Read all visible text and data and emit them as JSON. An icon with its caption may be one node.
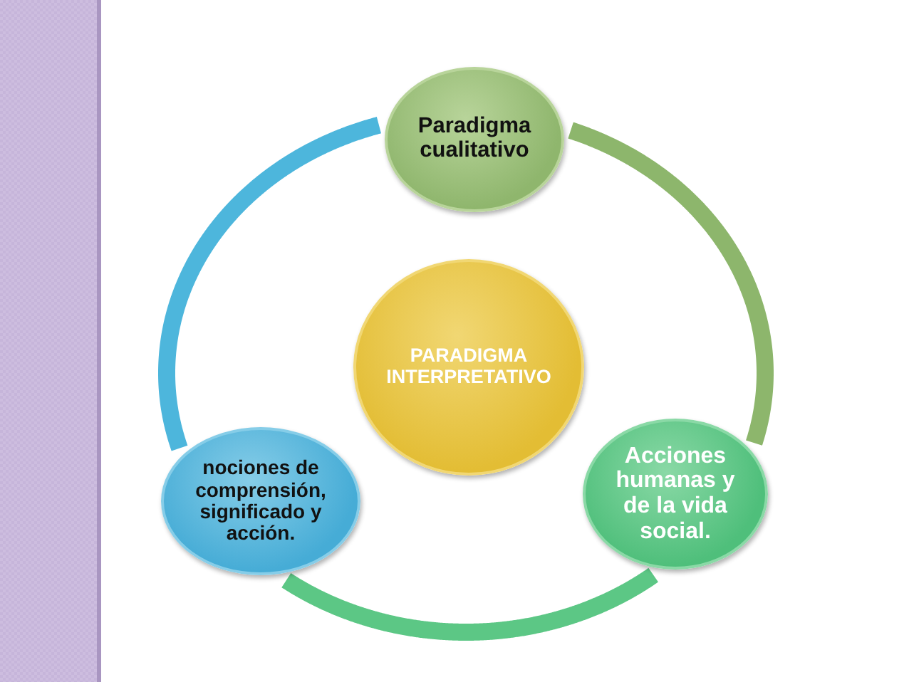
{
  "diagram": {
    "nodes": [
      {
        "text": [
          "Paradigma cualitativo"
        ]
      },
      {
        "text": [
          "PARADIGMA INTERPRETATIVO"
        ]
      },
      {
        "text": [
          "nociones de comprensión, significado y acción."
        ]
      },
      {
        "text": [
          "Acciones humanas y de la vida social."
        ]
      }
    ],
    "edges": [
      {
        "from": 0,
        "to": 3,
        "arrow": "none",
        "color": "#8db66c"
      },
      {
        "from": 3,
        "to": 2,
        "arrow": "none",
        "color": "#5cc785"
      },
      {
        "from": 2,
        "to": 0,
        "arrow": "none",
        "color": "#4db6dc"
      }
    ]
  }
}
